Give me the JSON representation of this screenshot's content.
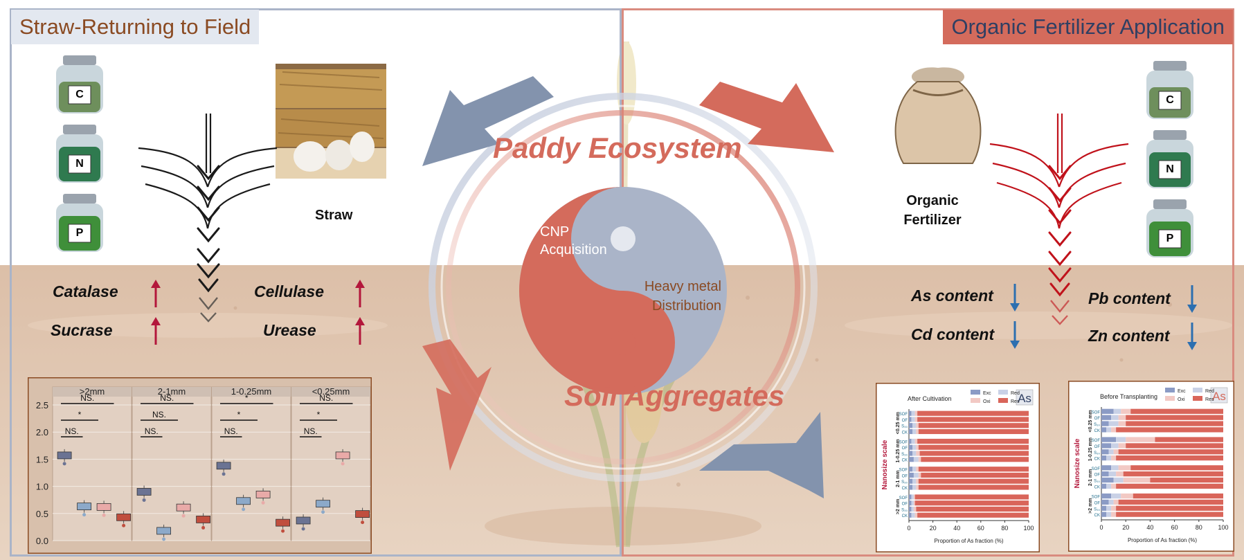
{
  "left_panel": {
    "title": "Straw-Returning to Field",
    "jars": [
      "C",
      "N",
      "P"
    ],
    "straw_label": "Straw",
    "enzymes": [
      {
        "name": "Catalase",
        "trend": "up"
      },
      {
        "name": "Cellulase",
        "trend": "up"
      },
      {
        "name": "Sucrase",
        "trend": "up"
      },
      {
        "name": "Urease",
        "trend": "up"
      }
    ]
  },
  "right_panel": {
    "title": "Organic Fertilizer Application",
    "jars": [
      "C",
      "N",
      "P"
    ],
    "fertilizer_label": "Organic Fertilizer",
    "metals": [
      {
        "name": "As content",
        "trend": "down"
      },
      {
        "name": "Pb content",
        "trend": "down"
      },
      {
        "name": "Cd content",
        "trend": "down"
      },
      {
        "name": "Zn content",
        "trend": "down"
      }
    ]
  },
  "center": {
    "top_label": "Paddy Ecosystem",
    "bottom_label": "Soil Aggregates",
    "yin_label": "CNP Acquisition",
    "yang_label": "Heavy metal Distribution"
  },
  "colors": {
    "blue": "#8393ad",
    "coral": "#d46b5c",
    "soil": "#dcc1ac",
    "frame_brown": "#8a4a22"
  },
  "chart_data": [
    {
      "type": "box",
      "facets": [
        ">2mm",
        "2-1mm",
        "1-0.25mm",
        "<0.25mm"
      ],
      "ylim": [
        0,
        2.5
      ],
      "yticks": [
        "0.0",
        "0.5",
        "1.0",
        "1.5",
        "2.0",
        "2.5"
      ],
      "groups": [
        {
          "facet": ">2mm",
          "values": [
            1.57,
            0.63,
            0.62,
            0.43
          ],
          "colors": [
            "#6b7393",
            "#8ca9c9",
            "#e9aaa8",
            "#c04e3e"
          ]
        },
        {
          "facet": "2-1mm",
          "values": [
            0.9,
            0.18,
            0.61,
            0.39
          ],
          "colors": [
            "#6b7393",
            "#8ca9c9",
            "#e9aaa8",
            "#c04e3e"
          ]
        },
        {
          "facet": "1-0.25mm",
          "values": [
            1.38,
            0.73,
            0.85,
            0.33
          ],
          "colors": [
            "#6b7393",
            "#8ca9c9",
            "#e9aaa8",
            "#c04e3e"
          ]
        },
        {
          "facet": "<0.25mm",
          "values": [
            0.37,
            0.68,
            1.57,
            0.49
          ],
          "colors": [
            "#6b7393",
            "#8ca9c9",
            "#e9aaa8",
            "#c04e3e"
          ]
        }
      ],
      "significance": [
        {
          "facet": ">2mm",
          "labels": [
            "NS.",
            "*",
            "NS."
          ]
        },
        {
          "facet": "2-1mm",
          "labels": [
            "NS.",
            "NS.",
            "NS."
          ]
        },
        {
          "facet": "1-0.25mm",
          "labels": [
            "*",
            "*",
            "NS."
          ]
        },
        {
          "facet": "<0.25mm",
          "labels": [
            "NS.",
            "*",
            "NS."
          ]
        }
      ]
    },
    {
      "type": "bar",
      "title": "After Cultivation",
      "badge": "As",
      "legend": [
        "Exc",
        "Red",
        "Oxi",
        "Res"
      ],
      "legend_colors": [
        "#8b9bc5",
        "#c9d1e6",
        "#f2c9c4",
        "#d9655a"
      ],
      "ylabel": "Nanosize scale",
      "xlabel": "Proportion of As fraction (%)",
      "xticks": [
        "0",
        "20",
        "40",
        "60",
        "80",
        "100"
      ],
      "size_groups": [
        "<0.25 mm",
        "1-0.25 mm",
        "2-1 mm",
        ">2 mm"
      ],
      "treatments": [
        "SOF",
        "OF",
        "S₃₀",
        "CK"
      ],
      "stacked_pct": [
        [
          [
            2,
            3,
            2,
            93
          ],
          [
            2,
            3,
            2,
            93
          ],
          [
            3,
            3,
            2,
            92
          ],
          [
            3,
            3,
            2,
            92
          ]
        ],
        [
          [
            2,
            3,
            2,
            93
          ],
          [
            3,
            3,
            2,
            92
          ],
          [
            3,
            3,
            3,
            91
          ],
          [
            4,
            4,
            2,
            90
          ]
        ],
        [
          [
            3,
            3,
            2,
            92
          ],
          [
            4,
            4,
            2,
            90
          ],
          [
            3,
            3,
            2,
            92
          ],
          [
            3,
            3,
            2,
            92
          ]
        ],
        [
          [
            2,
            2,
            1,
            95
          ],
          [
            2,
            2,
            1,
            95
          ],
          [
            2,
            2,
            2,
            94
          ],
          [
            2,
            3,
            2,
            93
          ]
        ]
      ]
    },
    {
      "type": "bar",
      "title": "Before Transplanting",
      "badge": "As",
      "legend": [
        "Exc",
        "Red",
        "Oxi",
        "Res"
      ],
      "legend_colors": [
        "#8b9bc5",
        "#c9d1e6",
        "#f2c9c4",
        "#d9655a"
      ],
      "ylabel": "Nanosize scale",
      "xlabel": "Proportion of As fraction (%)",
      "xticks": [
        "0",
        "20",
        "40",
        "60",
        "80",
        "100"
      ],
      "size_groups": [
        "<0.25 mm",
        "1-0.25 mm",
        "2-1 mm",
        ">2 mm"
      ],
      "treatments": [
        "SOF",
        "OF",
        "S₃₀",
        "CK"
      ],
      "stacked_pct": [
        [
          [
            10,
            6,
            8,
            76
          ],
          [
            8,
            6,
            6,
            80
          ],
          [
            6,
            8,
            6,
            80
          ],
          [
            4,
            4,
            4,
            88
          ]
        ],
        [
          [
            12,
            8,
            24,
            56
          ],
          [
            8,
            6,
            6,
            80
          ],
          [
            6,
            4,
            4,
            86
          ],
          [
            4,
            4,
            4,
            88
          ]
        ],
        [
          [
            8,
            6,
            10,
            76
          ],
          [
            6,
            6,
            6,
            82
          ],
          [
            10,
            8,
            22,
            60
          ],
          [
            4,
            4,
            4,
            88
          ]
        ],
        [
          [
            8,
            8,
            10,
            74
          ],
          [
            6,
            4,
            4,
            86
          ],
          [
            4,
            4,
            4,
            88
          ],
          [
            4,
            4,
            4,
            88
          ]
        ]
      ]
    }
  ]
}
